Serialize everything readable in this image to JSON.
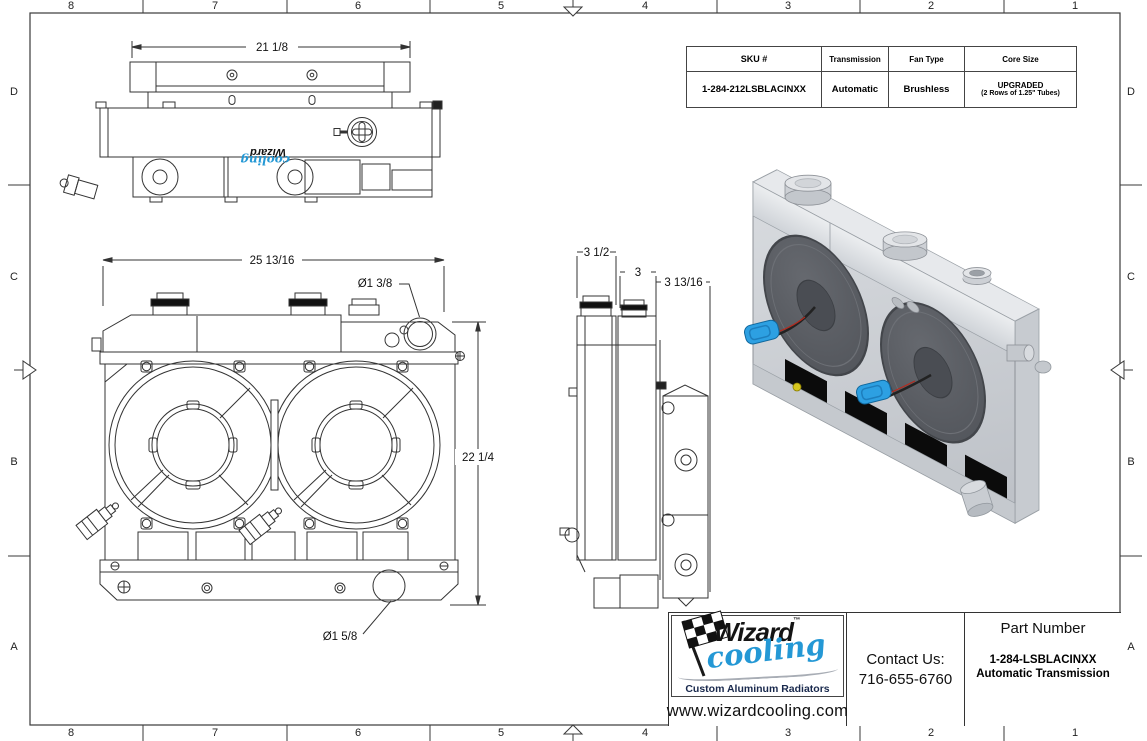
{
  "sheet": {
    "zone_columns": [
      "8",
      "7",
      "6",
      "5",
      "4",
      "3",
      "2",
      "1"
    ],
    "zone_rows": [
      "D",
      "C",
      "B",
      "A"
    ]
  },
  "spec_table": {
    "headers": [
      "SKU #",
      "Transmission",
      "Fan Type",
      "Core Size"
    ],
    "row": {
      "sku": "1-284-212LSBLACINXX",
      "transmission": "Automatic",
      "fan_type": "Brushless",
      "core_size_line1": "UPGRADED",
      "core_size_line2": "(2 Rows of 1.25\" Tubes)"
    }
  },
  "dimensions": {
    "top_width": "21 1/8",
    "front_width": "25 13/16",
    "front_height": "22 1/4",
    "inlet_diameter": "Ø1 3/8",
    "outlet_diameter": "Ø1 5/8",
    "side_tank_depth": "3 1/2",
    "side_core_depth": "3",
    "side_overall_depth": "3 13/16"
  },
  "title_block": {
    "brand_name": "Wizard",
    "brand_tm": "™",
    "brand_script": "cooling",
    "tagline": "Custom Aluminum Radiators",
    "website": "www.wizardcooling.com",
    "contact_label": "Contact Us:",
    "phone": "716-655-6760",
    "part_label": "Part Number",
    "part_number": "1-284-LSBLACINXX",
    "part_sub": "Automatic Transmission"
  },
  "colors": {
    "brand_blue": "#2498d5",
    "line": "#333333",
    "fan_dark": "#55585e",
    "body_gray": "#ccd0d5",
    "connector_blue": "#2da0e2"
  }
}
